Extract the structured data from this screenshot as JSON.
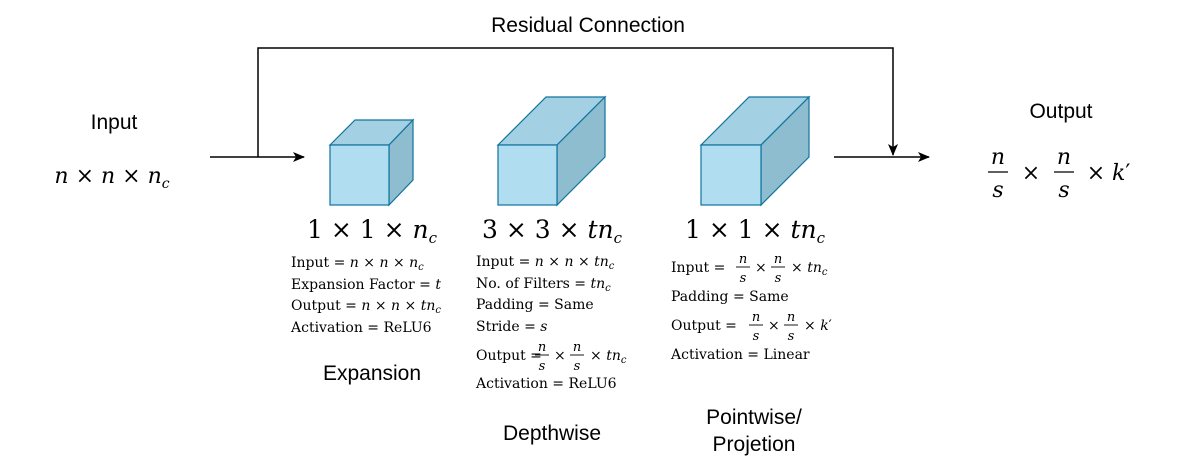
{
  "residual_label": "Residual Connection",
  "input": {
    "title": "Input",
    "shape": "n × n × n_c"
  },
  "output": {
    "title": "Output",
    "shape": "n/s × n/s × k′"
  },
  "stages": [
    {
      "name": "Expansion",
      "kernel": "1 × 1 × n_c",
      "specs": [
        "Input = n × n × n_c",
        "Expansion Factor = t",
        "Output = n × n × tn_c",
        "Activation = ReLU6"
      ]
    },
    {
      "name": "Depthwise",
      "kernel": "3 × 3 × tn_c",
      "specs": [
        "Input = n × n × tn_c",
        "No. of Filters = tn_c",
        "Padding = Same",
        "Stride = s",
        "Output = n/s × n/s × tn_c",
        "Activation = ReLU6"
      ]
    },
    {
      "name_line1": "Pointwise/",
      "name_line2": "Projetion",
      "kernel": "1 × 1 × tn_c",
      "specs": [
        "Input = n/s × n/s × tn_c",
        "Padding = Same",
        "Output = n/s × n/s × k′",
        "Activation = Linear"
      ]
    }
  ],
  "colors": {
    "cube_fill": "#b1ddf0",
    "cube_stroke": "#10739e",
    "arrow": "#000000"
  }
}
